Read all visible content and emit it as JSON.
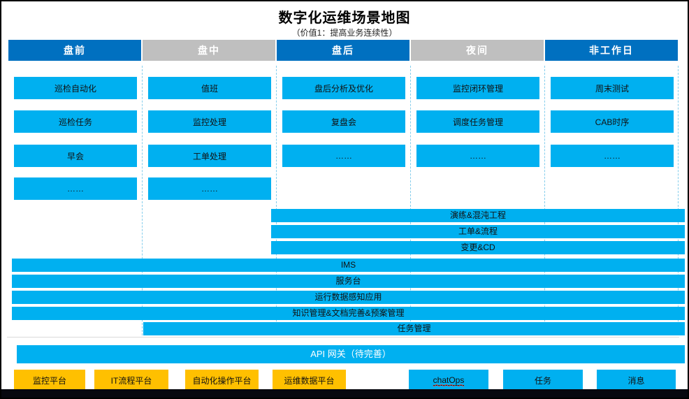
{
  "title": "数字化运维场景地图",
  "subtitle": "（价值1：提高业务连续性）",
  "colors": {
    "header_blue": "#0070C0",
    "header_gray": "#BFBFBF",
    "item_cyan": "#00B0F0",
    "platform_yellow": "#FFC000",
    "footer_dark": "#07080F"
  },
  "columns": [
    {
      "label": "盘前",
      "tone": "blue",
      "items": [
        "巡检自动化",
        "巡检任务",
        "早会",
        "……"
      ]
    },
    {
      "label": "盘中",
      "tone": "gray",
      "items": [
        "值班",
        "监控处理",
        "工单处理",
        "……"
      ]
    },
    {
      "label": "盘后",
      "tone": "blue",
      "items": [
        "盘后分析及优化",
        "复盘会",
        "……"
      ]
    },
    {
      "label": "夜间",
      "tone": "gray",
      "items": [
        "监控闭环管理",
        "调度任务管理",
        "……"
      ]
    },
    {
      "label": "非工作日",
      "tone": "blue",
      "items": [
        "周末测试",
        "CAB时序",
        "……"
      ]
    }
  ],
  "cross_bars": {
    "right_span": [
      "演练&混沌工程",
      "工单&流程",
      "变更&CD"
    ],
    "full_span": [
      "IMS",
      "服务台",
      "运行数据感知应用",
      "知识管理&文档完善&预案管理"
    ],
    "mid_span": "任务管理",
    "api_gateway": "API 网关（待完善）"
  },
  "platforms": [
    "监控平台",
    "IT流程平台",
    "自动化操作平台",
    "运维数据平台"
  ],
  "channels": [
    "chatOps",
    "任务",
    "消息"
  ]
}
